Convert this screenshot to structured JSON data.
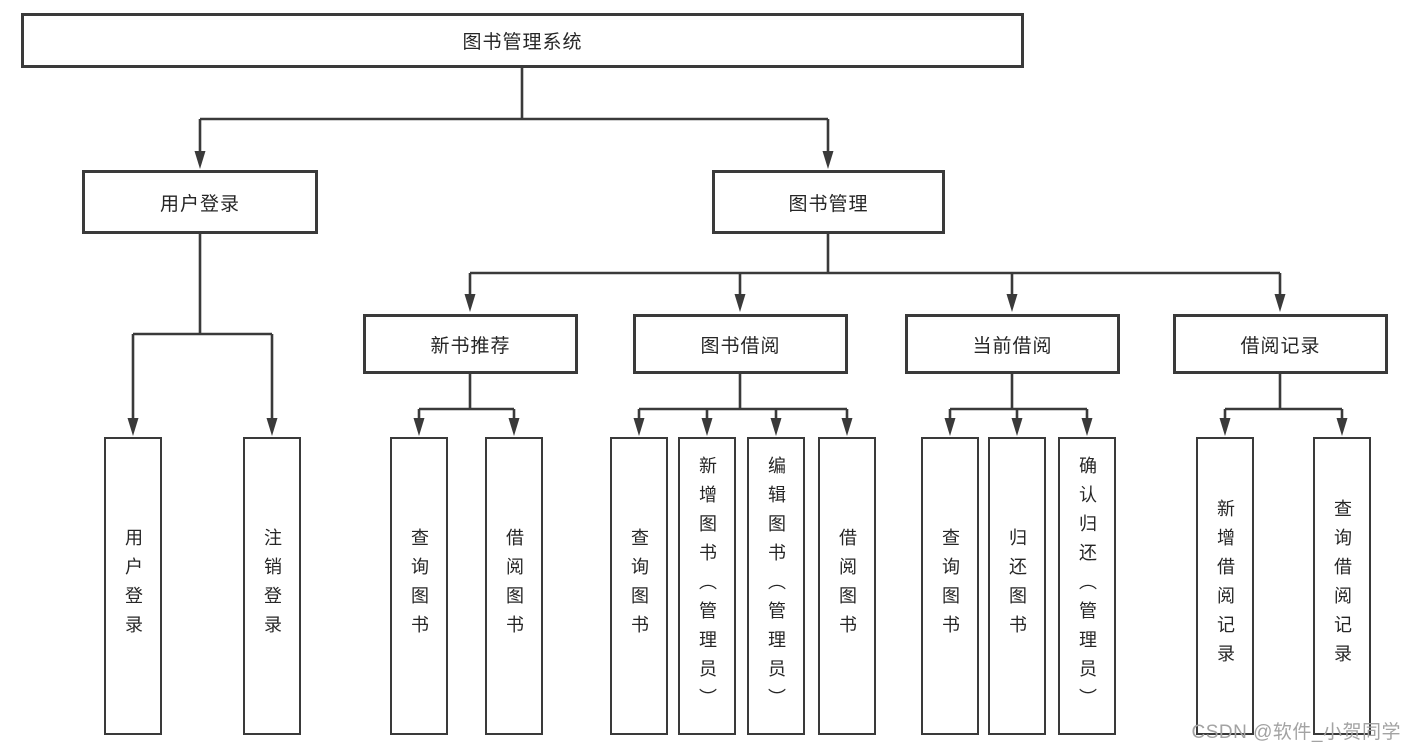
{
  "diagram": {
    "root": {
      "label": "图书管理系统"
    },
    "level1": [
      {
        "label": "用户登录"
      },
      {
        "label": "图书管理"
      }
    ],
    "level2": [
      {
        "label": "新书推荐"
      },
      {
        "label": "图书借阅"
      },
      {
        "label": "当前借阅"
      },
      {
        "label": "借阅记录"
      }
    ],
    "leaves": {
      "login": [
        {
          "label": "用户登录"
        },
        {
          "label": "注销登录"
        }
      ],
      "recommend": [
        {
          "label": "查询图书"
        },
        {
          "label": "借阅图书"
        }
      ],
      "borrow": [
        {
          "label": "查询图书"
        },
        {
          "label": "新增图书（管理员）"
        },
        {
          "label": "编辑图书（管理员）"
        },
        {
          "label": "借阅图书"
        }
      ],
      "current": [
        {
          "label": "查询图书"
        },
        {
          "label": "归还图书"
        },
        {
          "label": "确认归还（管理员）"
        }
      ],
      "records": [
        {
          "label": "新增借阅记录"
        },
        {
          "label": "查询借阅记录"
        }
      ]
    }
  },
  "watermark": {
    "text": "CSDN @软件_小贺同学"
  },
  "colors": {
    "line": "#3a3a3a",
    "background": "#ffffff",
    "text": "#262626",
    "watermark": "#a3a3a3"
  }
}
